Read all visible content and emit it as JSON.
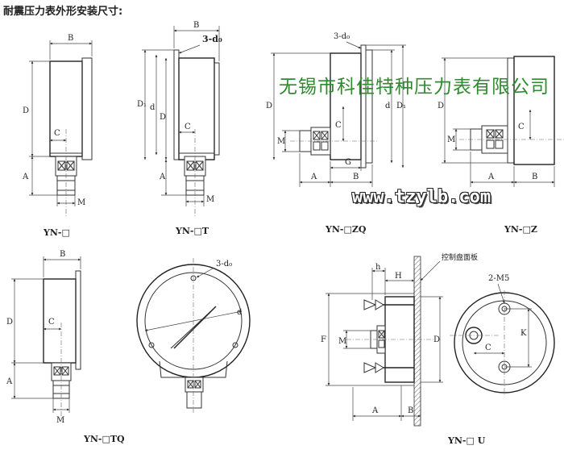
{
  "title": "耐震压力表外形安装尺寸:",
  "watermark": {
    "company": "无锡市科佳特种压力表有限公司",
    "website": "www.tzylb.com",
    "company_color": "#2e8b2e"
  },
  "labels": {
    "B": "B",
    "D": "D",
    "C": "C",
    "A": "A",
    "M": "M",
    "G": "G",
    "D1": "D₁",
    "d": "d",
    "d0": "3-d₀",
    "F": "F",
    "h": "h",
    "H": "H",
    "K": "K",
    "M5": "2-M5",
    "panel": "控制盘面板"
  },
  "captions": {
    "yn": "YN-□",
    "yn_t": "YN-□T",
    "yn_zq": "YN-□ZQ",
    "yn_z": "YN-□Z",
    "yn_tq": "YN-□TQ",
    "yn_u": "YN-□ U"
  }
}
